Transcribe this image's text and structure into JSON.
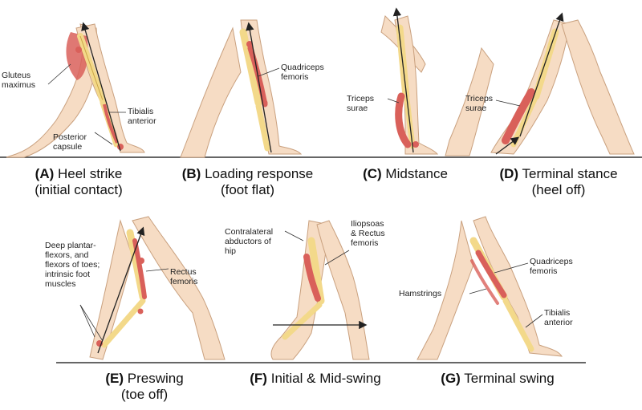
{
  "panels": [
    {
      "id": "A",
      "letter": "(A)",
      "title": "Heel strike",
      "subtitle": "(initial contact)"
    },
    {
      "id": "B",
      "letter": "(B)",
      "title": "Loading response",
      "subtitle": "(foot flat)"
    },
    {
      "id": "C",
      "letter": "(C)",
      "title": "Midstance",
      "subtitle": ""
    },
    {
      "id": "D",
      "letter": "(D)",
      "title": "Terminal stance",
      "subtitle": "(heel off)"
    },
    {
      "id": "E",
      "letter": "(E)",
      "title": "Preswing",
      "subtitle": "(toe off)"
    },
    {
      "id": "F",
      "letter": "(F)",
      "title": "Initial & Mid-swing",
      "subtitle": ""
    },
    {
      "id": "G",
      "letter": "(G)",
      "title": "Terminal swing",
      "subtitle": ""
    }
  ],
  "labels": {
    "gluteus_maximus": [
      "Gluteus",
      "maximus"
    ],
    "tibialis_anterior_a": [
      "Tibialis",
      "anterior"
    ],
    "posterior_capsule": [
      "Posterior",
      "capsule"
    ],
    "quadriceps_b": [
      "Quadriceps",
      "femoris"
    ],
    "triceps_c": [
      "Triceps",
      "surae"
    ],
    "triceps_d": [
      "Triceps",
      "surae"
    ],
    "deep_plantar": [
      "Deep plantar-",
      "flexors, and",
      "flexors of toes;",
      "intrinsic foot",
      "muscles"
    ],
    "rectus_e": [
      "Rectus",
      "femoris"
    ],
    "contralateral": [
      "Contralateral",
      "abductors of",
      "hip"
    ],
    "iliopsoas": [
      "Iliopsoas",
      "& Rectus",
      "femoris"
    ],
    "quadriceps_g": [
      "Quadriceps",
      "femoris"
    ],
    "hamstrings": [
      "Hamstrings"
    ],
    "tibialis_anterior_g": [
      "Tibialis",
      "anterior"
    ]
  },
  "colors": {
    "skin": "#f6dcc4",
    "skin_shadow": "#efc9aa",
    "outline": "#c9a07e",
    "bone": "#f3d98a",
    "bone_outline": "#c9a545",
    "muscle": "#d9605a",
    "ground": "#333333",
    "arrow": "#222222"
  }
}
